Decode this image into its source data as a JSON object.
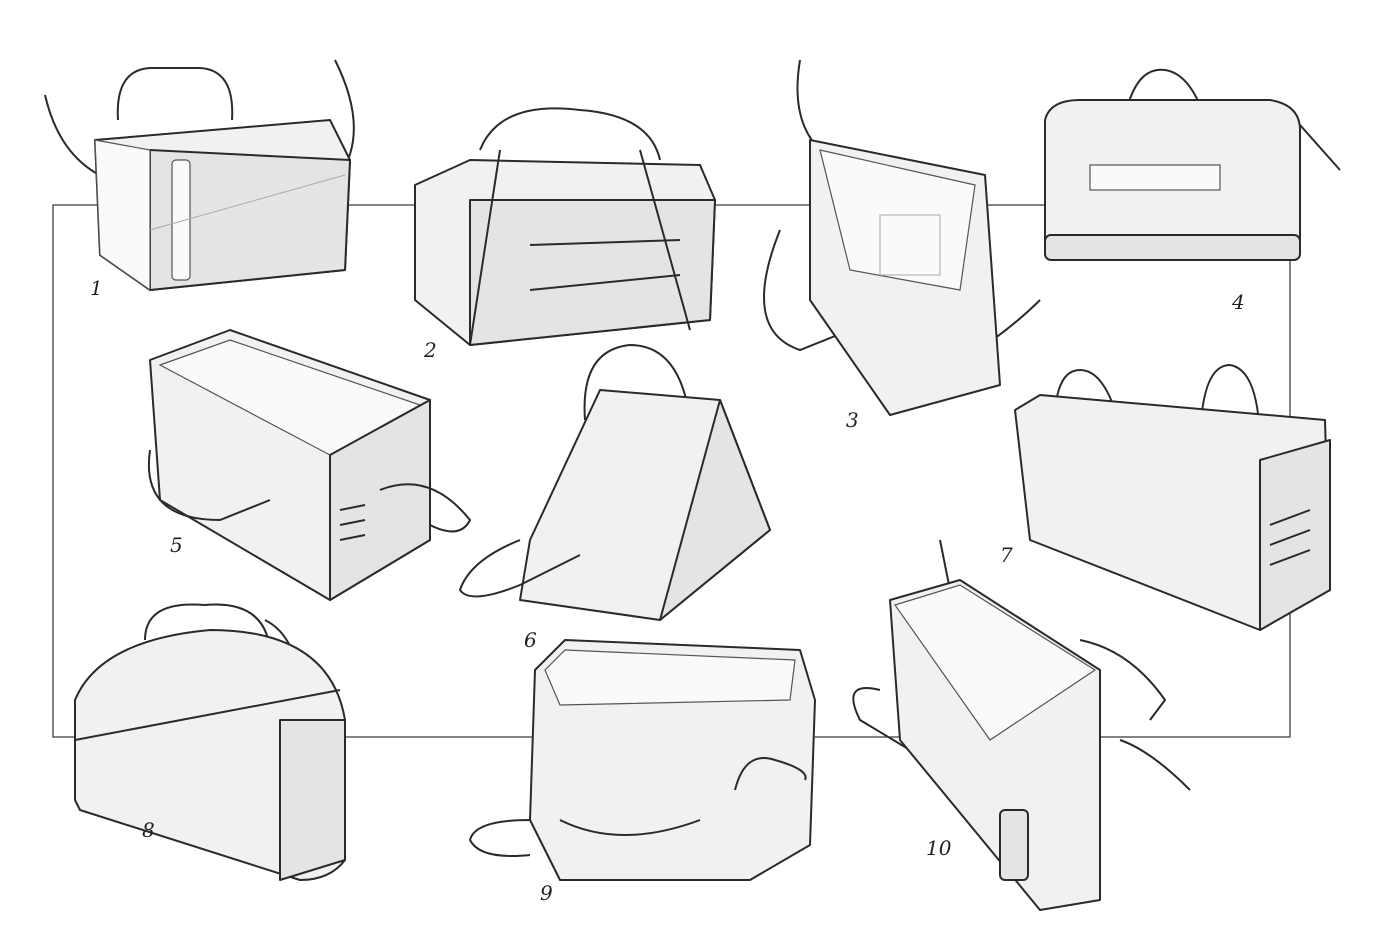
{
  "sketches": [
    {
      "label": "1"
    },
    {
      "label": "2"
    },
    {
      "label": "3"
    },
    {
      "label": "4"
    },
    {
      "label": "5"
    },
    {
      "label": "6"
    },
    {
      "label": "7"
    },
    {
      "label": "8"
    },
    {
      "label": "9"
    },
    {
      "label": "10"
    }
  ]
}
